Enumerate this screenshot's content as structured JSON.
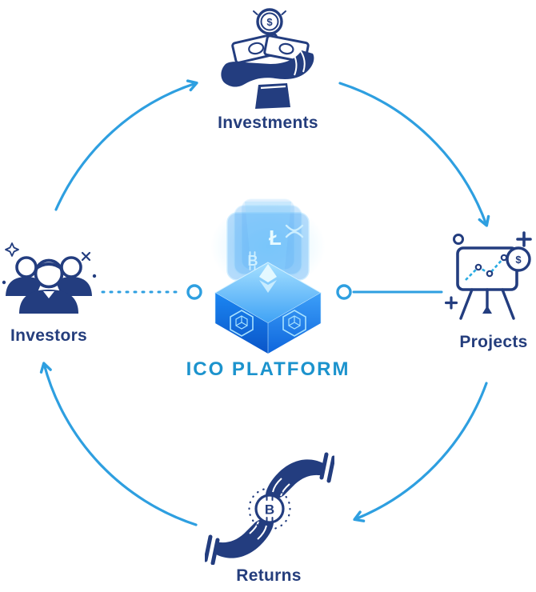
{
  "diagram": {
    "title": "ICO PLATFORM",
    "nodes": {
      "investments": {
        "label": "Investments",
        "position": "top",
        "icon": "hand-holding-cash-with-dollar-coin-icon"
      },
      "projects": {
        "label": "Projects",
        "position": "right",
        "icon": "presentation-board-with-chart-and-coin-icon"
      },
      "returns": {
        "label": "Returns",
        "position": "bottom",
        "icon": "hands-exchanging-bitcoin-icon"
      },
      "investors": {
        "label": "Investors",
        "position": "left",
        "icon": "people-group-icon"
      }
    },
    "flow_order": [
      "Investors",
      "Investments",
      "Projects",
      "Returns"
    ],
    "symbols": {
      "dollar": "$",
      "litecoin": "Ł",
      "bitcoin": "₿",
      "bitcoin_display": "B"
    },
    "colors": {
      "arrow_blue": "#2E9FE0",
      "label_navy": "#243D7C",
      "title_blue": "#1C93CD",
      "icon_navy": "#233D7F",
      "icon_accent": "#29ABE2",
      "cube_blue": "#1583F0"
    }
  }
}
